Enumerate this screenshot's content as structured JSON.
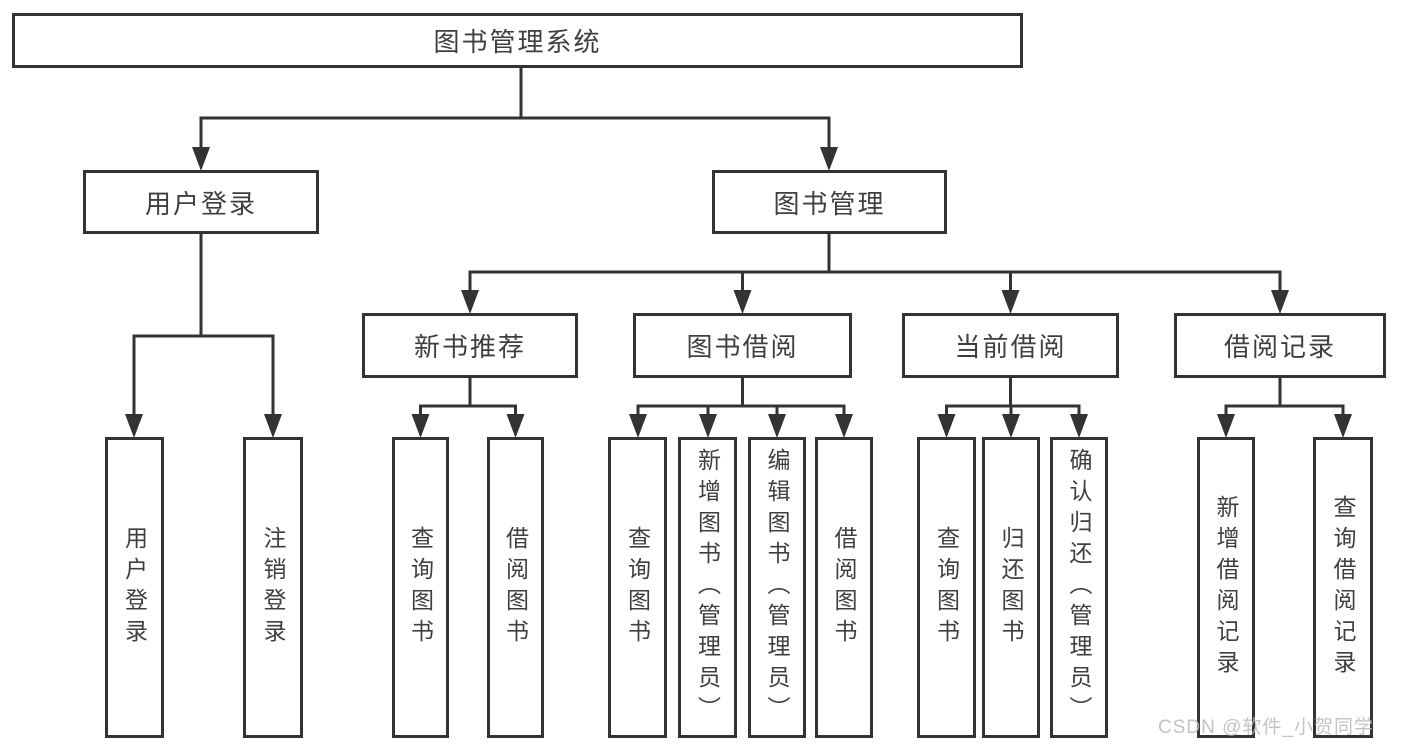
{
  "diagram_title": "图书管理系统",
  "colors": {
    "line": "#333333",
    "text": "#3f3f3f",
    "box_background": "#ffffff",
    "page_background": "#ffffff",
    "watermark": "#b9b9b9"
  },
  "nodes": {
    "root": "图书管理系统",
    "user_login": "用户登录",
    "book_management": "图书管理",
    "new_book_recommend": "新书推荐",
    "book_borrow": "图书借阅",
    "current_borrow": "当前借阅",
    "borrow_records": "借阅记录",
    "user_login_children": [
      "用户登录",
      "注销登录"
    ],
    "new_book_recommend_children": [
      "查询图书",
      "借阅图书"
    ],
    "book_borrow_children": [
      "查询图书",
      "新增图书（管理员）",
      "编辑图书（管理员）",
      "借阅图书"
    ],
    "current_borrow_children": [
      "查询图书",
      "归还图书",
      "确认归还（管理员）"
    ],
    "borrow_records_children": [
      "新增借阅记录",
      "查询借阅记录"
    ]
  },
  "watermark": "CSDN @软件_小贺同学"
}
